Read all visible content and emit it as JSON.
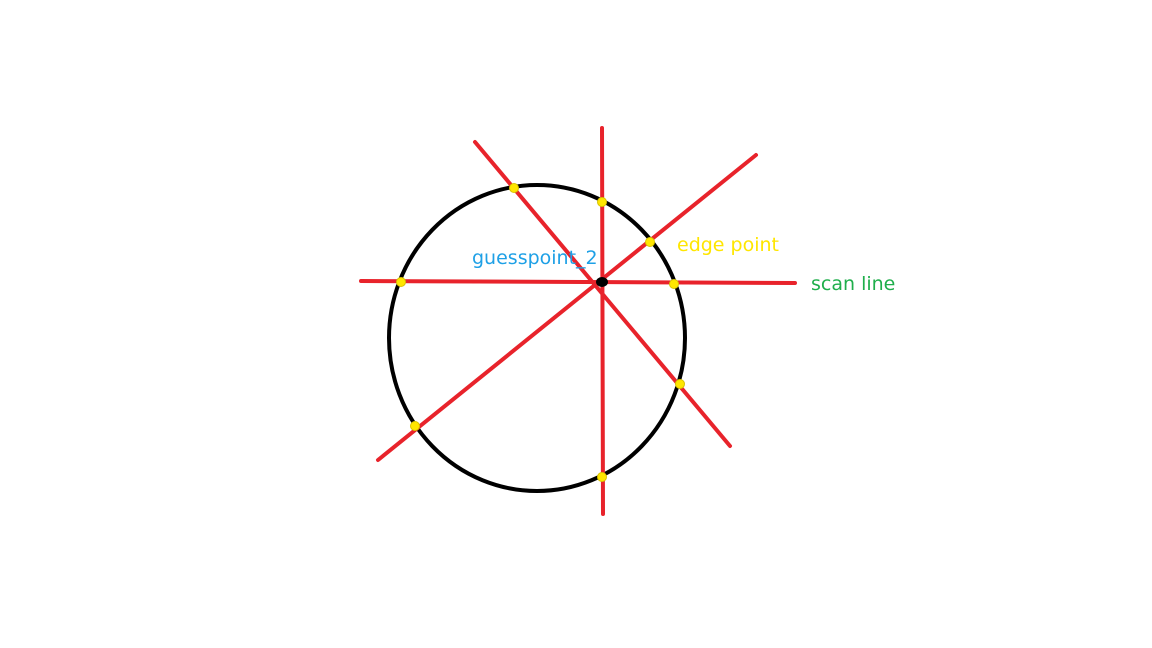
{
  "labels": {
    "guesspoint": "guesspoint_2",
    "edge_point": "edge point",
    "scan_line": "scan line"
  },
  "colors": {
    "background": "#ffffff",
    "circle": "#000000",
    "scan_line": "#e8232b",
    "edge_point": "#ffe600",
    "guesspoint_label": "#1ea0e6",
    "edge_point_label": "#ffe600",
    "scan_line_label": "#1fae4b",
    "center_point": "#000000"
  }
}
